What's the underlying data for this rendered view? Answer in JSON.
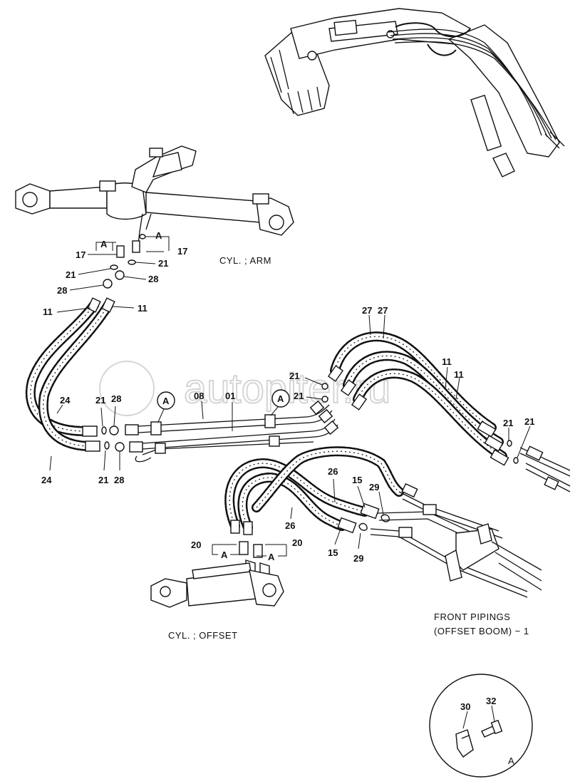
{
  "captions": {
    "cyl_arm": "CYL. ; ARM",
    "cyl_offset": "CYL. ; OFFSET",
    "title_line1": "FRONT PIPINGS",
    "title_line2": "(OFFSET BOOM) − 1",
    "detail": "A"
  },
  "watermark": "autopiter.ru",
  "callouts": {
    "a_left_arm": "A",
    "a_right_arm": "A",
    "c17_left": "17",
    "c17_right": "17",
    "c21_left_arm": "21",
    "c21_right_arm": "21",
    "c28_left_arm": "28",
    "c28_right_arm": "28",
    "c11_left": "11",
    "c11_right": "11",
    "c24_upper": "24",
    "c24_lower": "24",
    "c21_mid_upper": "21",
    "c28_mid_upper": "28",
    "c21_mid_lower": "21",
    "c28_mid_lower": "28",
    "a_circle_left": "A",
    "a_circle_right": "A",
    "c08": "08",
    "c01": "01",
    "c21_block_upper": "21",
    "c21_block_lower": "21",
    "c27_left": "27",
    "c27_right": "27",
    "c11_far_left": "11",
    "c11_far_right": "11",
    "c21_far_left": "21",
    "c21_far_right": "21",
    "c26_upper": "26",
    "c15_upper": "15",
    "c29_upper": "29",
    "c26_lower": "26",
    "c15_lower": "15",
    "c29_lower": "29",
    "c20_left": "20",
    "c20_right": "20",
    "a_off_left": "A",
    "a_off_right": "A",
    "c30": "30",
    "c32": "32"
  }
}
